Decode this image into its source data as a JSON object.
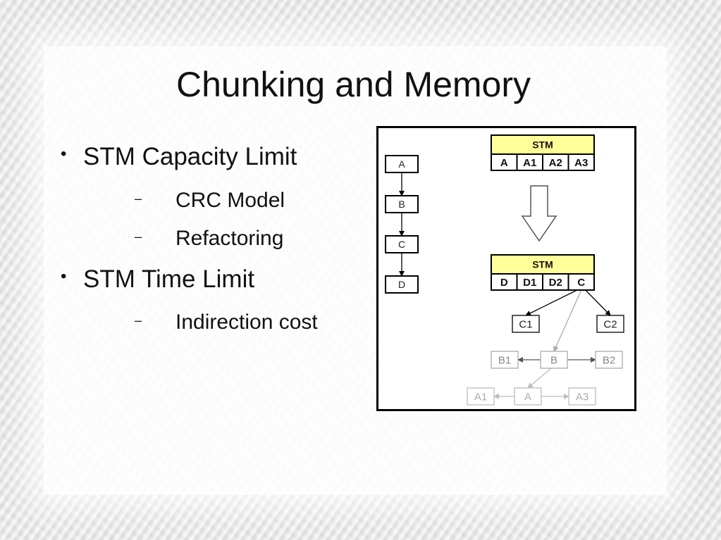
{
  "slide": {
    "title": "Chunking and Memory",
    "bullets": [
      {
        "text": "STM Capacity Limit",
        "subs": [
          "CRC Model",
          "Refactoring"
        ]
      },
      {
        "text": "STM Time Limit",
        "subs": [
          "Indirection cost"
        ]
      }
    ],
    "bullet_glyph": "•",
    "sub_glyph": "–"
  },
  "diagram": {
    "chain": [
      "A",
      "B",
      "C",
      "D"
    ],
    "stm_label": "STM",
    "stm_before": [
      "A",
      "A1",
      "A2",
      "A3"
    ],
    "stm_after": [
      "D",
      "D1",
      "D2",
      "C"
    ],
    "level1": [
      "C1",
      "C2"
    ],
    "level2": [
      "B1",
      "B",
      "B2"
    ],
    "level3": [
      "A1",
      "A",
      "A3"
    ],
    "colors": {
      "stm_fill": "#ffff99",
      "dark": "#000000",
      "mid": "#555555",
      "light": "#aaaaaa",
      "lighter": "#bdbdbd"
    }
  }
}
